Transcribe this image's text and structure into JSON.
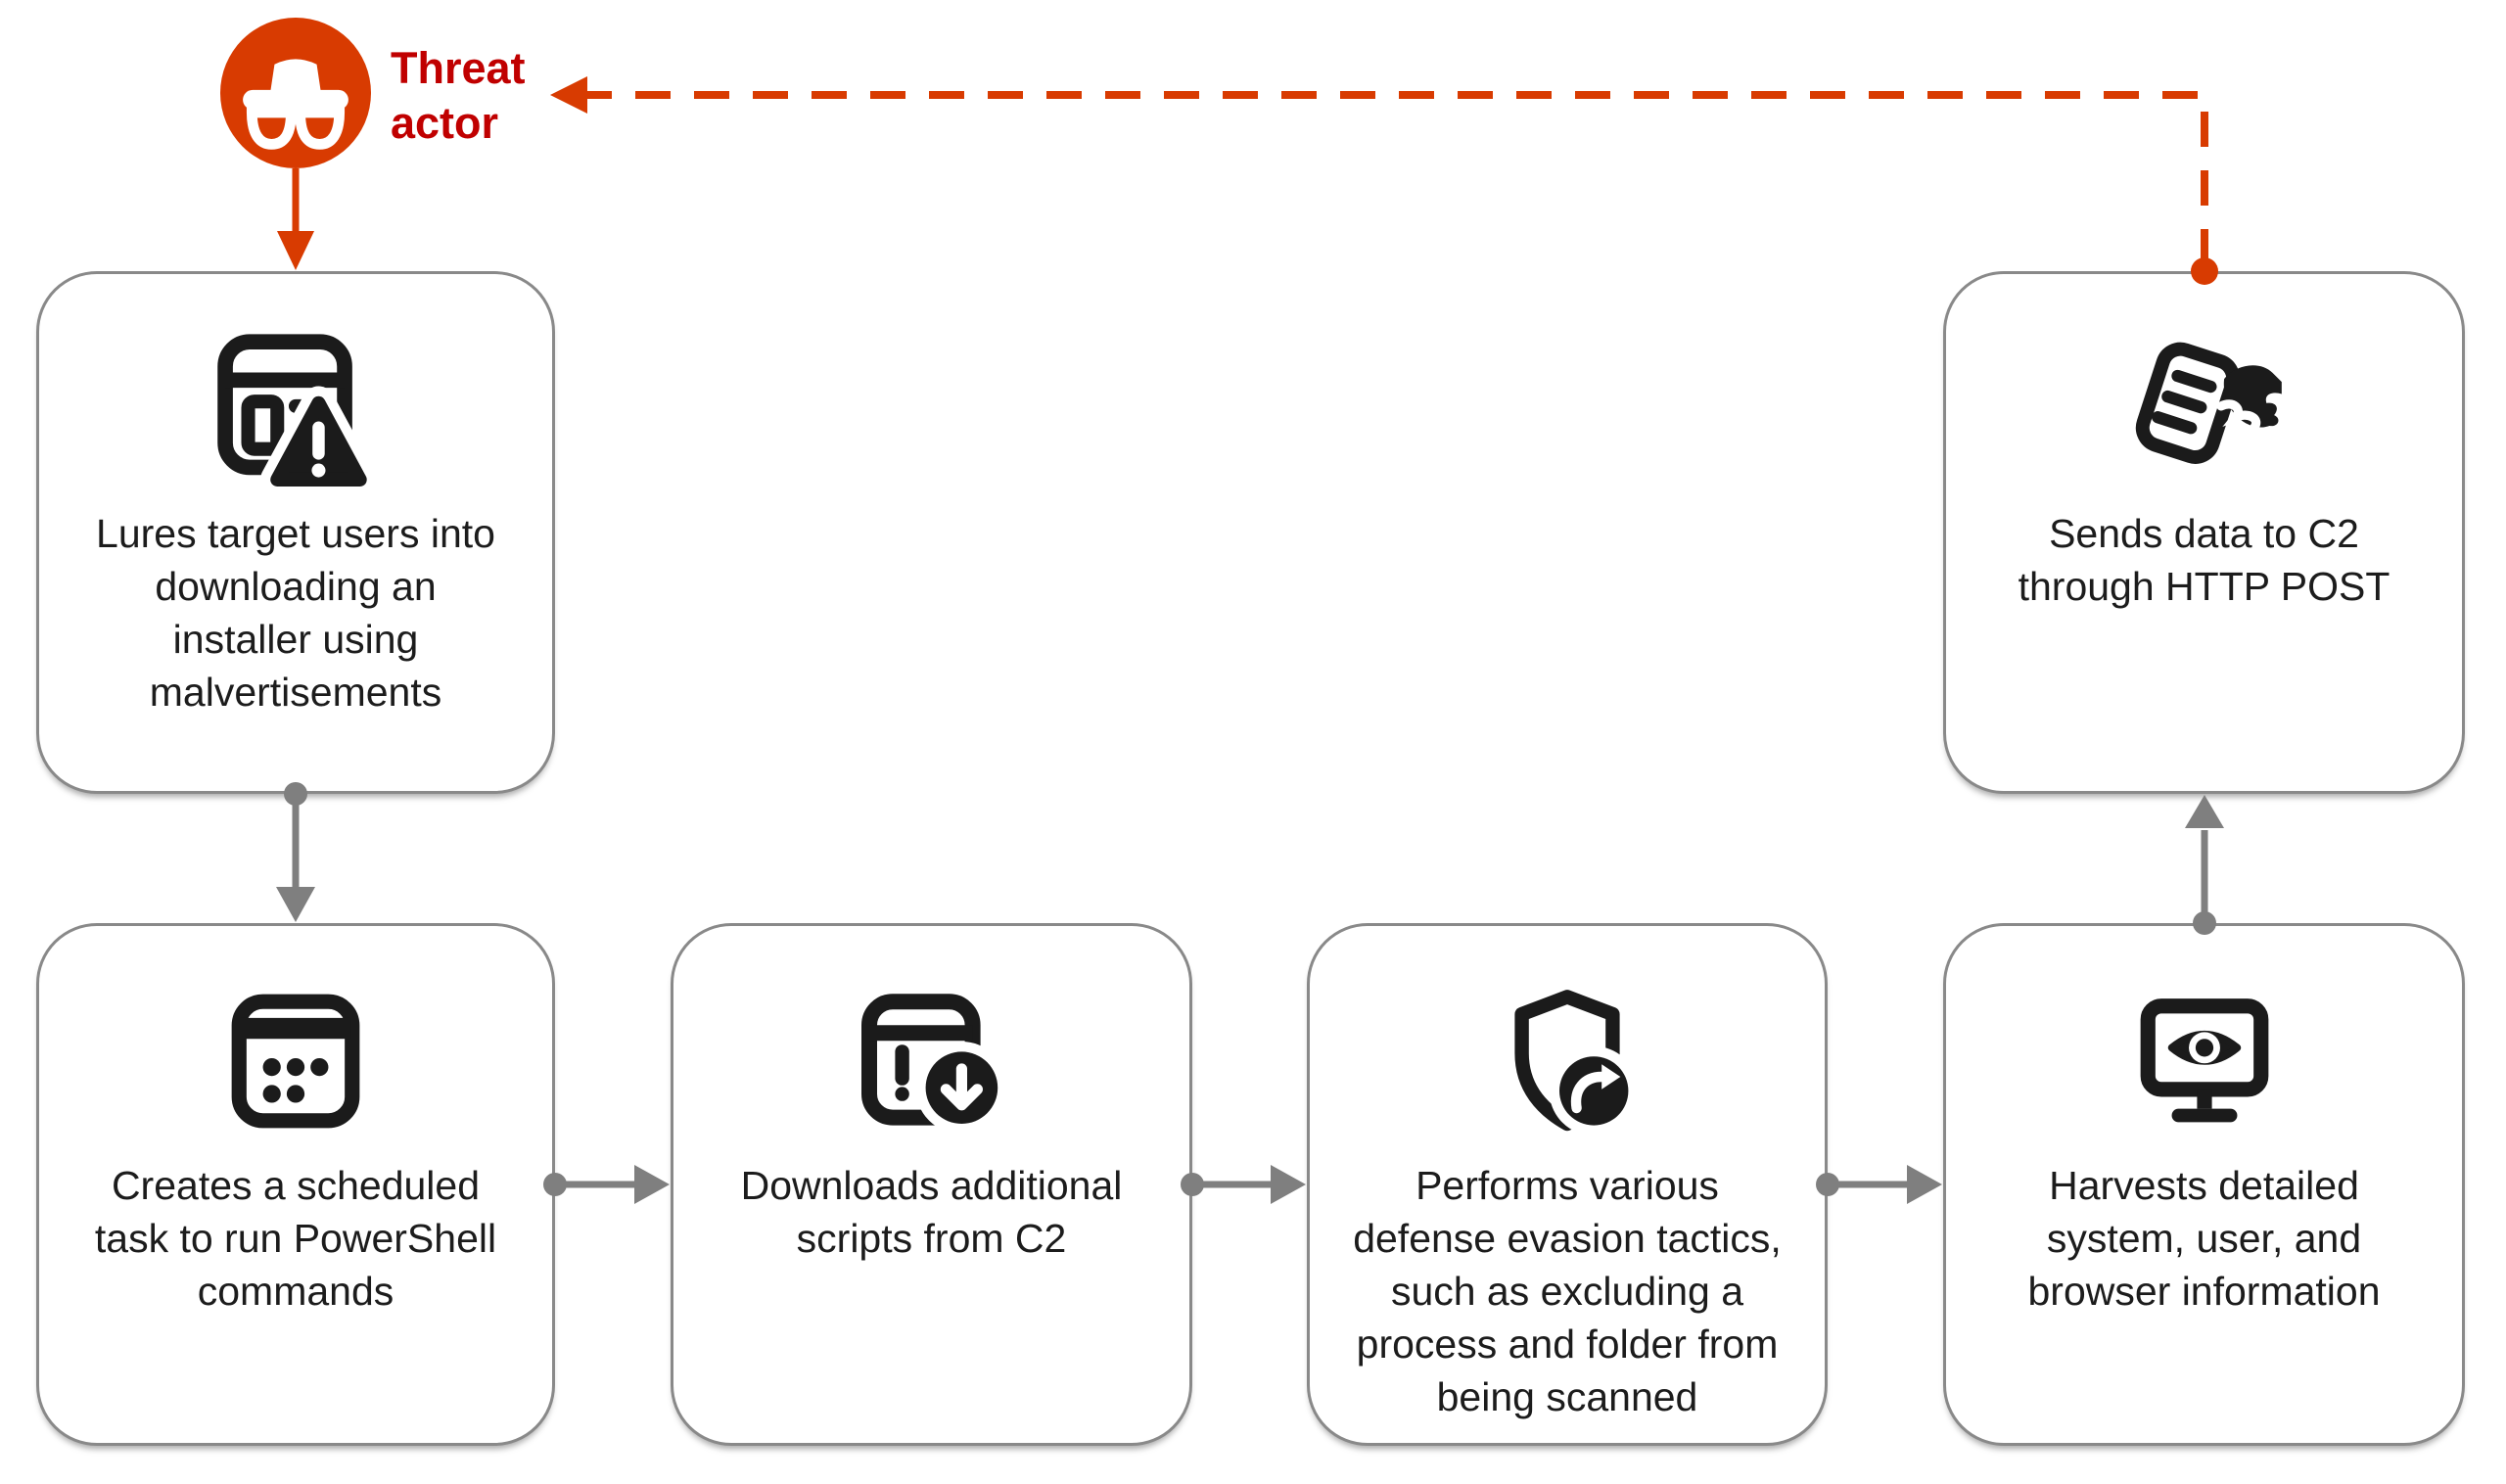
{
  "threat_actor": {
    "label": "Threat\nactor",
    "icon": "spy-icon"
  },
  "steps": [
    {
      "name": "lure",
      "icon": "browser-warning-icon",
      "text": "Lures target users into\ndownloading an\ninstaller using\nmalvertisements"
    },
    {
      "name": "scheduled-task",
      "icon": "scheduled-task-calendar-icon",
      "text": "Creates a scheduled\ntask to run PowerShell\ncommands"
    },
    {
      "name": "download-scripts",
      "icon": "script-download-icon",
      "text": "Downloads additional\nscripts from C2"
    },
    {
      "name": "defense-evasion",
      "icon": "shield-bypass-icon",
      "text": "Performs various\ndefense evasion tactics,\nsuch as excluding a\nprocess and folder from\nbeing scanned"
    },
    {
      "name": "harvest-info",
      "icon": "monitor-surveillance-icon",
      "text": "Harvests detailed\nsystem, user, and\nbrowser information"
    },
    {
      "name": "send-data",
      "icon": "document-exfiltration-icon",
      "text": "Sends data to C2\nthrough HTTP POST"
    }
  ],
  "colors": {
    "accent_orange": "#d83b01",
    "label_red": "#c00000",
    "line_gray": "#7f7f7f",
    "box_border_gray": "#898989",
    "icon_black": "#1b1b1b"
  }
}
